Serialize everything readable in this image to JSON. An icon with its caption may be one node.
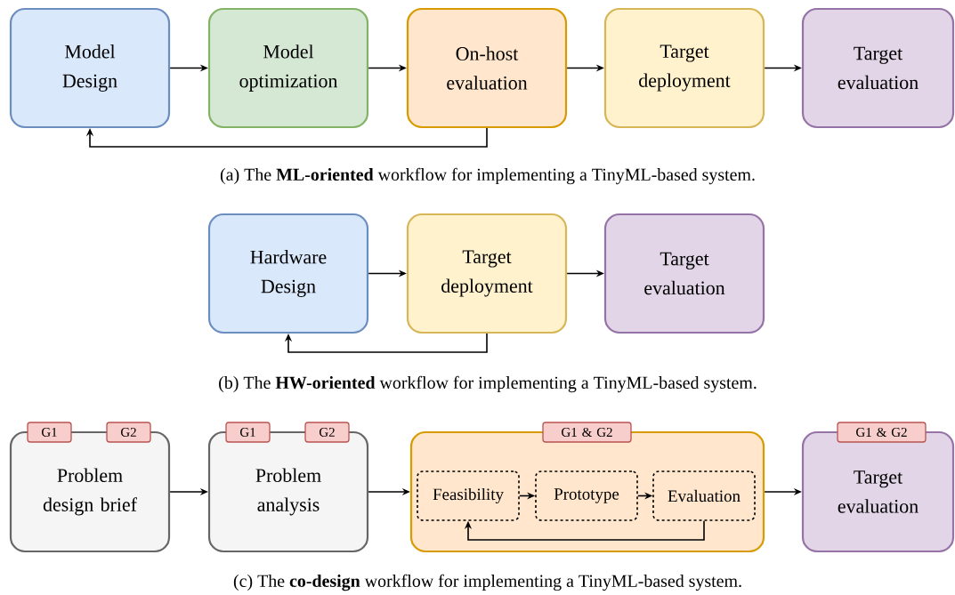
{
  "diagram": {
    "nodes": [
      {
        "text": [
          "Model Design"
        ]
      },
      {
        "text": [
          "Model optimization"
        ]
      },
      {
        "text": [
          "On-host evaluation"
        ]
      },
      {
        "text": [
          "Target deployment"
        ]
      },
      {
        "text": [
          "Target evaluation"
        ]
      },
      {
        "text": [
          "Hardware Design"
        ]
      },
      {
        "text": [
          "Target deployment"
        ]
      },
      {
        "text": [
          "Target evaluation"
        ]
      },
      {
        "text": [
          "G1"
        ]
      },
      {
        "text": [
          "G2"
        ]
      },
      {
        "text": [
          "Problem design brief"
        ]
      },
      {
        "text": [
          "G1"
        ]
      },
      {
        "text": [
          "G2"
        ]
      },
      {
        "text": [
          "Problem analysis"
        ]
      },
      {
        "text": [
          "G1 & G2"
        ]
      },
      {
        "text": [],
        "shape": "box"
      },
      {
        "text": [
          "Feasibility"
        ],
        "in": 15
      },
      {
        "text": [
          "Prototype"
        ],
        "in": 15
      },
      {
        "text": [
          "Evaluation"
        ],
        "in": 15
      },
      {
        "text": [
          "G1 & G2"
        ]
      },
      {
        "text": [
          "Target evaluation"
        ]
      }
    ],
    "edges": [
      {
        "from": 0,
        "to": 1,
        "arrow": "to"
      },
      {
        "from": 1,
        "to": 2,
        "arrow": "to"
      },
      {
        "from": 2,
        "to": 3,
        "arrow": "to"
      },
      {
        "from": 3,
        "to": 4,
        "arrow": "to"
      },
      {
        "from": 2,
        "to": 0,
        "arrow": "to"
      },
      {
        "from": 5,
        "to": 6,
        "arrow": "to"
      },
      {
        "from": 6,
        "to": 7,
        "arrow": "to"
      },
      {
        "from": 6,
        "to": 5,
        "arrow": "to"
      },
      {
        "from": 10,
        "to": 13,
        "arrow": "to"
      },
      {
        "from": 13,
        "to": 15,
        "arrow": "to"
      },
      {
        "from": 16,
        "to": 17,
        "arrow": "to"
      },
      {
        "from": 17,
        "to": 18,
        "arrow": "to"
      },
      {
        "from": 18,
        "to": 16,
        "arrow": "to"
      },
      {
        "from": 15,
        "to": 20,
        "arrow": "to"
      }
    ],
    "labels": [
      "(a) The **ML-oriented** workflow for implementing a TinyML-based system.",
      "(b) The **HW-oriented** workflow for implementing a TinyML-based system.",
      "(c) The **co-design** workflow for implementing a TinyML-based system."
    ]
  }
}
